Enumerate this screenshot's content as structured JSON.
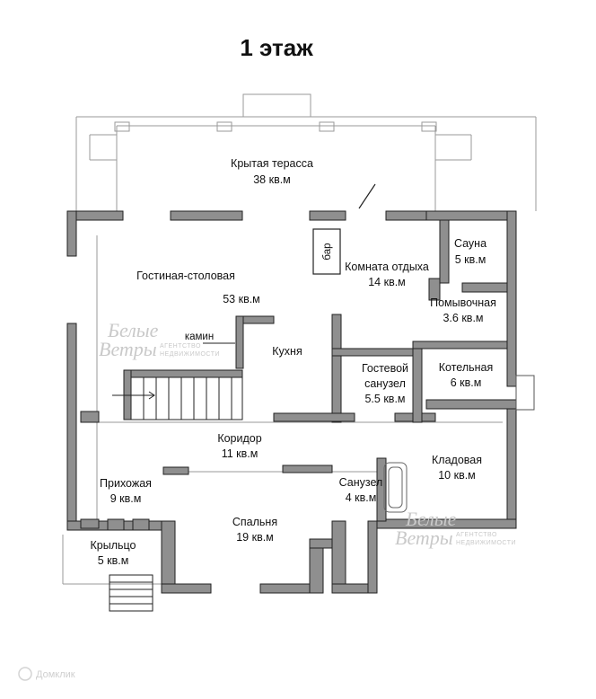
{
  "title": "1 этаж",
  "rooms": {
    "terrace": {
      "name": "Крытая терасса",
      "area": "38 кв.м"
    },
    "living": {
      "name": "Гостиная-столовая",
      "area": "53 кв.м"
    },
    "fireplace": {
      "name": "камин"
    },
    "bar": {
      "name": "бар"
    },
    "lounge": {
      "name": "Комната отдыха",
      "area": "14 кв.м"
    },
    "sauna": {
      "name": "Сауна",
      "area": "5 кв.м"
    },
    "wash": {
      "name": "Помывочная",
      "area": "3.6 кв.м"
    },
    "kitchen": {
      "name": "Кухня"
    },
    "guest_wc": {
      "name": "Гостевой",
      "name2": "санузел",
      "area": "5.5 кв.м"
    },
    "boiler": {
      "name": "Котельная",
      "area": "6 кв.м"
    },
    "corridor": {
      "name": "Коридор",
      "area": "11 кв.м"
    },
    "storage": {
      "name": "Кладовая",
      "area": "10 кв.м"
    },
    "hall": {
      "name": "Прихожая",
      "area": "9 кв.м"
    },
    "bath": {
      "name": "Санузел",
      "area": "4 кв.м"
    },
    "bedroom": {
      "name": "Спальня",
      "area": "19 кв.м"
    },
    "porch": {
      "name": "Крыльцо",
      "area": "5 кв.м"
    }
  },
  "watermark": {
    "brand_line1": "Белые",
    "brand_line2": "Ветры",
    "tag_line1": "АГЕНТСТВО",
    "tag_line2": "НЕДВИЖИМОСТИ"
  },
  "footer": {
    "source": "Домклик"
  },
  "colors": {
    "wall_fill": "#8f8f8f",
    "wall_stroke": "#222222",
    "line": "#9a9a9a"
  }
}
